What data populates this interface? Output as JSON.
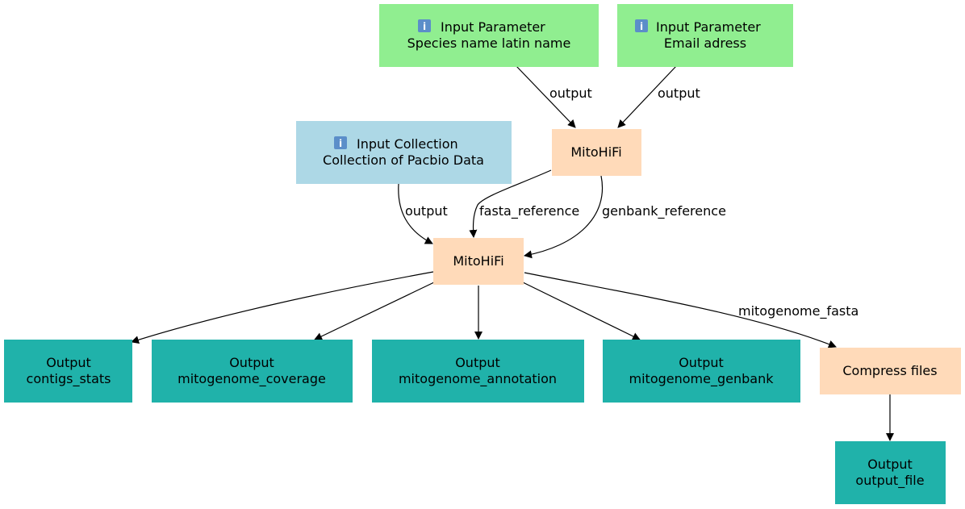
{
  "colors": {
    "input_parameter": "#90ee90",
    "input_collection": "#add8e6",
    "tool": "#ffdab9",
    "output": "#20b2aa",
    "edge": "#000000"
  },
  "nodes": {
    "param_species": {
      "icon": "info-icon",
      "line1": "Input Parameter",
      "line2": "Species name latin name"
    },
    "param_email": {
      "icon": "info-icon",
      "line1": "Input Parameter",
      "line2": "Email adress"
    },
    "collection_pacbio": {
      "icon": "info-icon",
      "line1": "Input Collection",
      "line2": "Collection of Pacbio Data"
    },
    "mitohifi_ref": {
      "label": "MitoHiFi"
    },
    "mitohifi_main": {
      "label": "MitoHiFi"
    },
    "out_contigs": {
      "line1": "Output",
      "line2": "contigs_stats"
    },
    "out_coverage": {
      "line1": "Output",
      "line2": "mitogenome_coverage"
    },
    "out_annotation": {
      "line1": "Output",
      "line2": "mitogenome_annotation"
    },
    "out_genbank": {
      "line1": "Output",
      "line2": "mitogenome_genbank"
    },
    "compress": {
      "label": "Compress files"
    },
    "out_file": {
      "line1": "Output",
      "line2": "output_file"
    }
  },
  "edge_labels": {
    "species_to_ref": "output",
    "email_to_ref": "output",
    "collection_to_main": "output",
    "fasta_reference": "fasta_reference",
    "genbank_reference": "genbank_reference",
    "mitogenome_fasta": "mitogenome_fasta"
  }
}
